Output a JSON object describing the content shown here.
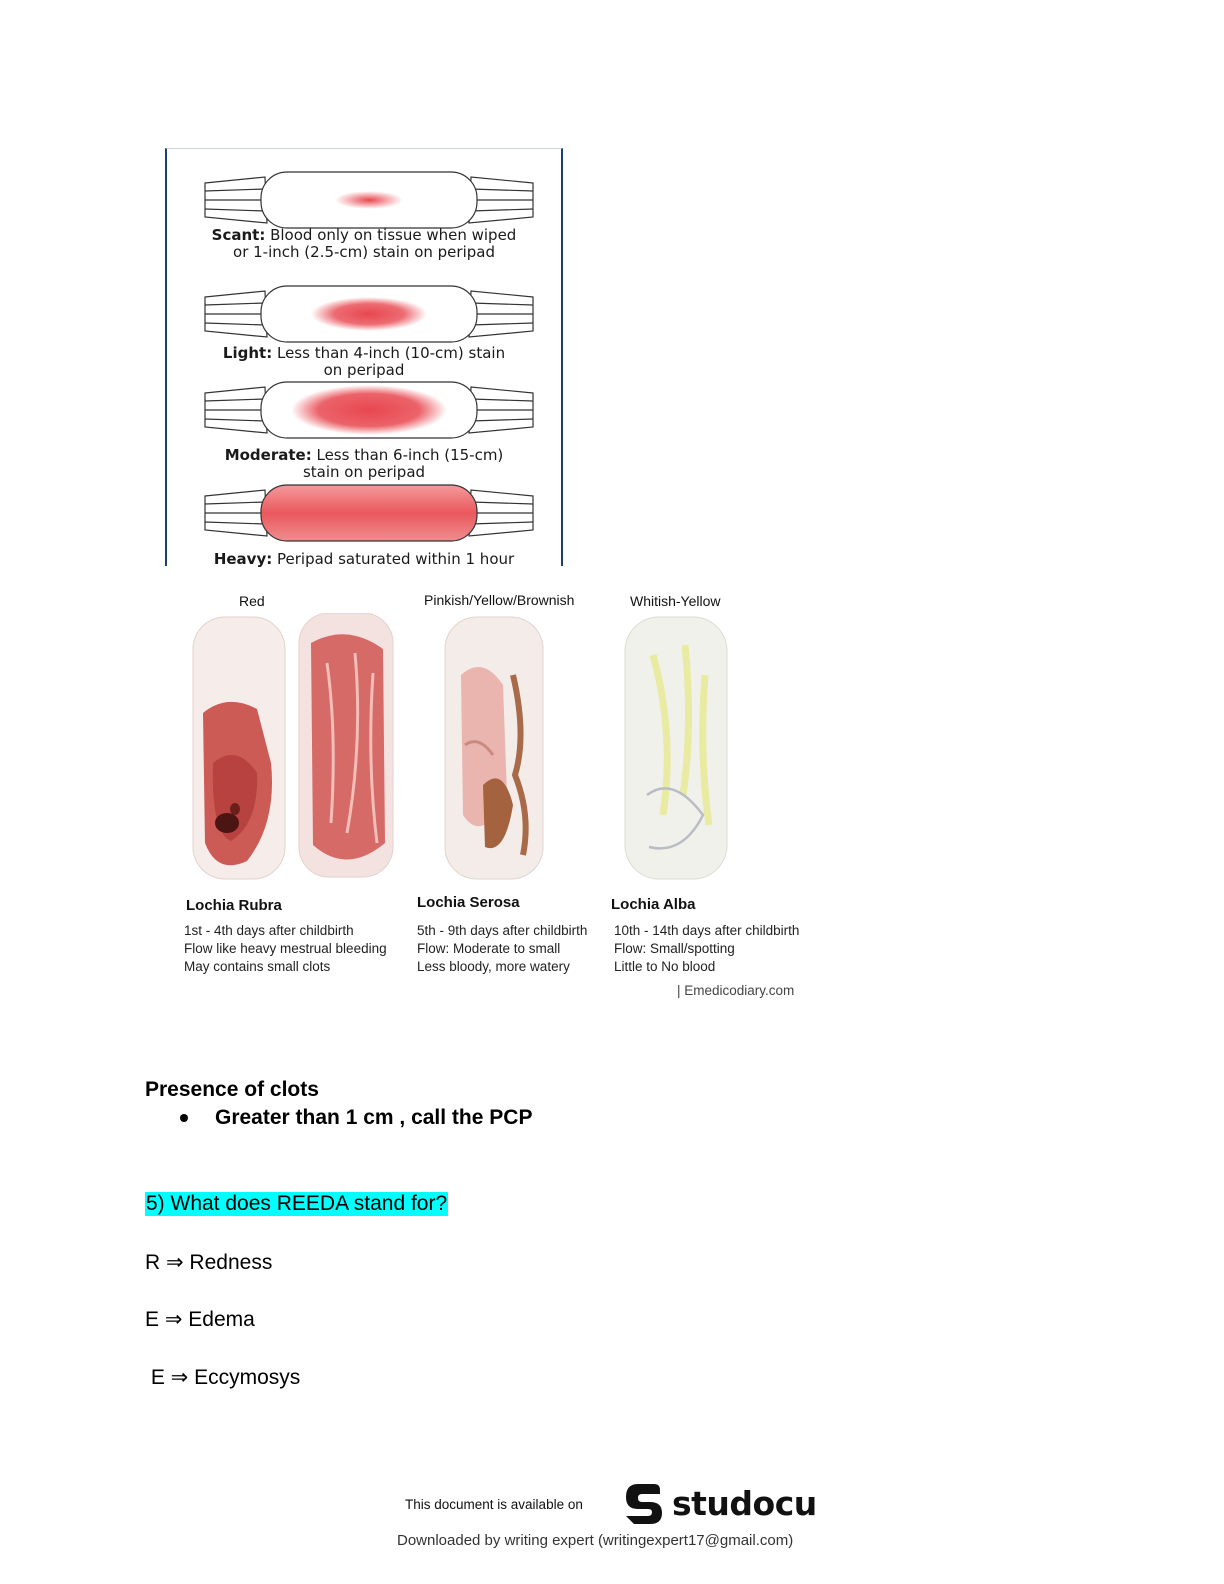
{
  "peripad_chart": {
    "levels": [
      {
        "term": "Scant:",
        "line1": " Blood only on tissue when wiped",
        "line2": "or 1-inch (2.5-cm) stain on peripad"
      },
      {
        "term": "Light:",
        "line1": " Less than 4-inch (10-cm) stain",
        "line2": "on peripad"
      },
      {
        "term": "Moderate:",
        "line1": " Less than 6-inch (15-cm)",
        "line2": "stain on peripad"
      },
      {
        "term": "Heavy:",
        "line1": " Peripad saturated within 1 hour",
        "line2": ""
      }
    ],
    "stain_color": "#e8474f"
  },
  "lochia_chart": {
    "stages": [
      {
        "color_label": "Red",
        "name": "Lochia Rubra",
        "desc": [
          "1st - 4th days after childbirth",
          "Flow like heavy mestrual bleeding",
          "May contains small clots"
        ]
      },
      {
        "color_label": "Pinkish/Yellow/Brownish",
        "name": "Lochia Serosa",
        "desc": [
          "5th - 9th days after childbirth",
          "Flow: Moderate to small",
          "Less bloody, more watery"
        ]
      },
      {
        "color_label": "Whitish-Yellow",
        "name": "Lochia Alba",
        "desc": [
          "10th - 14th days after childbirth",
          "Flow: Small/spotting",
          "Little to No blood"
        ]
      }
    ],
    "source": "| Emedicodiary.com"
  },
  "content": {
    "clots_heading": "Presence of clots",
    "clots_bullet": "Greater than 1 cm , call the PCP",
    "question": "5) What does REEDA stand for?",
    "reeda": [
      "R ⇒ Redness",
      "E ⇒ Edema",
      " E ⇒ Eccymosys"
    ]
  },
  "footer": {
    "available": "This document is available on",
    "brand": "studocu",
    "downloaded_by": "Downloaded by writing expert (writingexpert17@gmail.com)"
  }
}
